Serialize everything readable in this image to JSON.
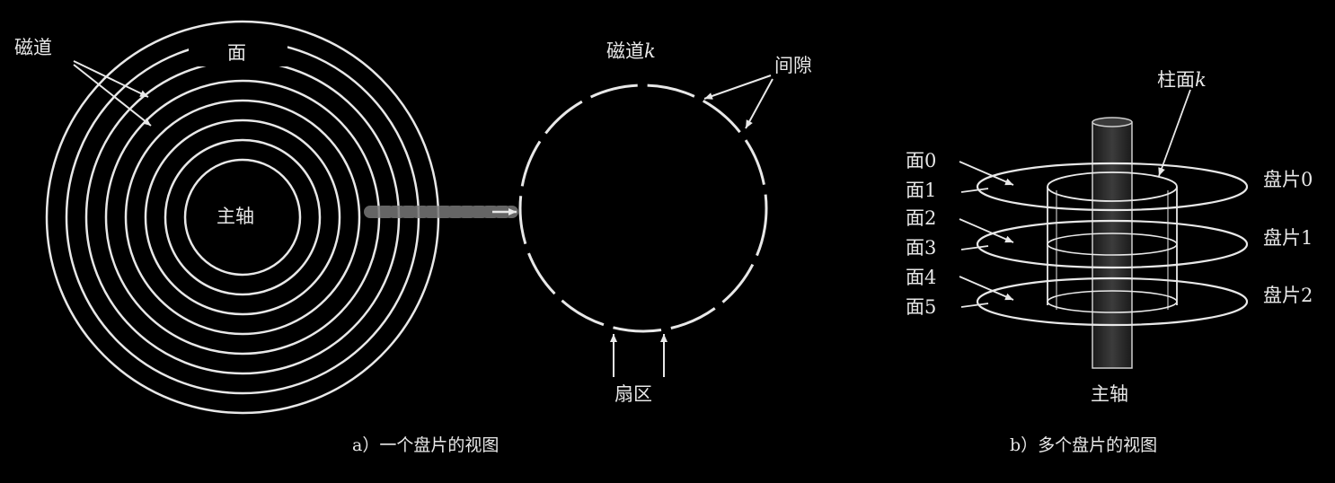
{
  "left": {
    "label_track": "磁道",
    "label_surface": "面",
    "label_spindle": "主轴",
    "label_track_k": "磁道",
    "label_k": "k",
    "label_gap": "间隙",
    "label_sector": "扇区",
    "caption": "a）一个盘片的视图"
  },
  "right": {
    "label_cylinder": "柱面",
    "label_k": "k",
    "surfaces": [
      "面0",
      "面1",
      "面2",
      "面3",
      "面4",
      "面5"
    ],
    "platters": [
      "盘片0",
      "盘片1",
      "盘片2"
    ],
    "label_spindle": "主轴",
    "caption": "b）多个盘片的视图"
  },
  "colors": {
    "stroke": "#e8e8e8",
    "background": "#000000",
    "spindle": "#2a2a2a"
  }
}
